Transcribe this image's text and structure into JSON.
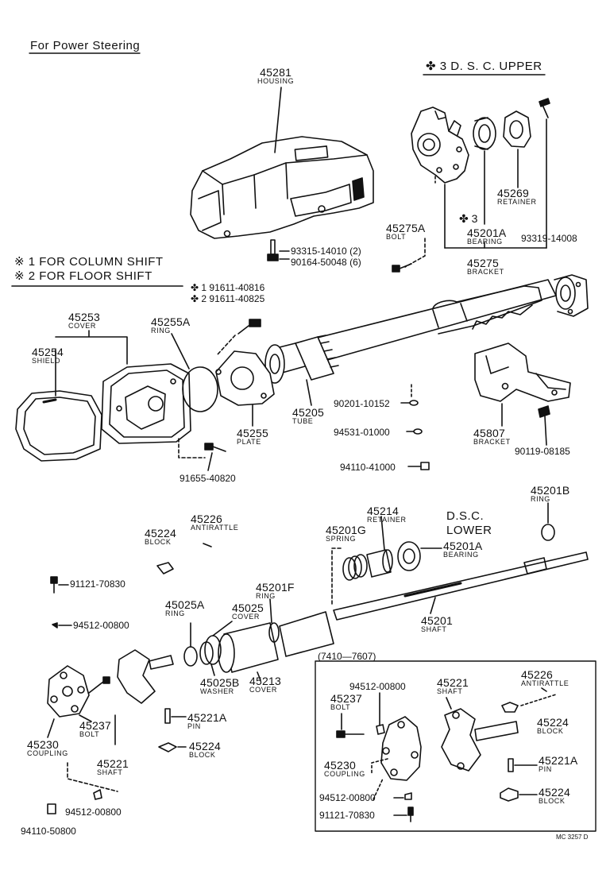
{
  "title": "For Power Steering",
  "dsc_upper": "✤ 3  D. S. C. UPPER",
  "notes": {
    "n1": "※ 1  FOR COLUMN SHIFT",
    "n2": "※ 2  FOR FLOOR SHIFT"
  },
  "bolt_variants": {
    "v1": "✤ 1   91611-40816",
    "v2": "✤ 2   91611-40825"
  },
  "parts": {
    "housing": {
      "num": "45281",
      "name": "HOUSING"
    },
    "bracket_upper": {
      "num": "45275",
      "name": "BRACKET"
    },
    "bolt_upper": {
      "num": "45275A",
      "name": "BOLT"
    },
    "bearing_upper": {
      "mark": "✤ 3",
      "num": "45201A",
      "name": "BEARING"
    },
    "retainer_upper": {
      "num": "45269",
      "name": "RETAINER"
    },
    "cover_a": {
      "num": "45253",
      "name": "COVER"
    },
    "shield": {
      "num": "45254",
      "name": "SHIELD"
    },
    "ring_a": {
      "num": "45255A",
      "name": "RING"
    },
    "plate": {
      "num": "45255",
      "name": "PLATE"
    },
    "tube": {
      "num": "45205",
      "name": "TUBE"
    },
    "bracket_lower": {
      "num": "45807",
      "name": "BRACKET"
    },
    "ring_b": {
      "num": "45201B",
      "name": "RING"
    },
    "antirattle_a": {
      "num": "45226",
      "name": "ANTIRATTLE"
    },
    "block_a": {
      "num": "45224",
      "name": "BLOCK"
    },
    "retainer_lower": {
      "num": "45214",
      "name": "RETAINER"
    },
    "spring": {
      "num": "45201G",
      "name": "SPRING"
    },
    "bearing_lower": {
      "num": "45201A",
      "name": "BEARING"
    },
    "ring_f": {
      "num": "45201F",
      "name": "RING"
    },
    "ring_025a": {
      "num": "45025A",
      "name": "RING"
    },
    "cover_025": {
      "num": "45025",
      "name": "COVER"
    },
    "shaft_main": {
      "num": "45201",
      "name": "SHAFT"
    },
    "washer": {
      "num": "45025B",
      "name": "WASHER"
    },
    "cover_213": {
      "num": "45213",
      "name": "COVER"
    },
    "coupling_a": {
      "num": "45230",
      "name": "COUPLING"
    },
    "bolt_a": {
      "num": "45237",
      "name": "BOLT"
    },
    "pin_a": {
      "num": "45221A",
      "name": "PIN"
    },
    "block_b": {
      "num": "45224",
      "name": "BLOCK"
    },
    "shaft_a": {
      "num": "45221",
      "name": "SHAFT"
    },
    "shaft_b": {
      "num": "45221",
      "name": "SHAFT"
    },
    "antirattle_b": {
      "num": "45226",
      "name": "ANTIRATTLE"
    },
    "bolt_b": {
      "num": "45237",
      "name": "BOLT"
    },
    "block_c": {
      "num": "45224",
      "name": "BLOCK"
    },
    "coupling_b": {
      "num": "45230",
      "name": "COUPLING"
    },
    "pin_b": {
      "num": "45221A",
      "name": "PIN"
    },
    "block_d": {
      "num": "45224",
      "name": "BLOCK"
    }
  },
  "dsc_lower": {
    "line1": "D.S.C.",
    "line2": "LOWER"
  },
  "std_parts": {
    "s93315": "93315-14010 (2)",
    "s90164": "90164-50048 (6)",
    "s93319": "93319-14008",
    "s90201": "90201-10152",
    "s94531": "94531-01000",
    "s90119": "90119-08185",
    "s94110a": "94110-41000",
    "s91655": "91655-40820",
    "s91121a": "91121-70830",
    "s94512a": "94512-00800",
    "s94512b": "94512-00800",
    "s94110b": "94110-50800",
    "s94512c": "94512-00800",
    "s94512d": "94512-00800",
    "s91121b": "91121-70830"
  },
  "inset_range": "(7410—7607)",
  "footer_code": "MC 3257 D"
}
